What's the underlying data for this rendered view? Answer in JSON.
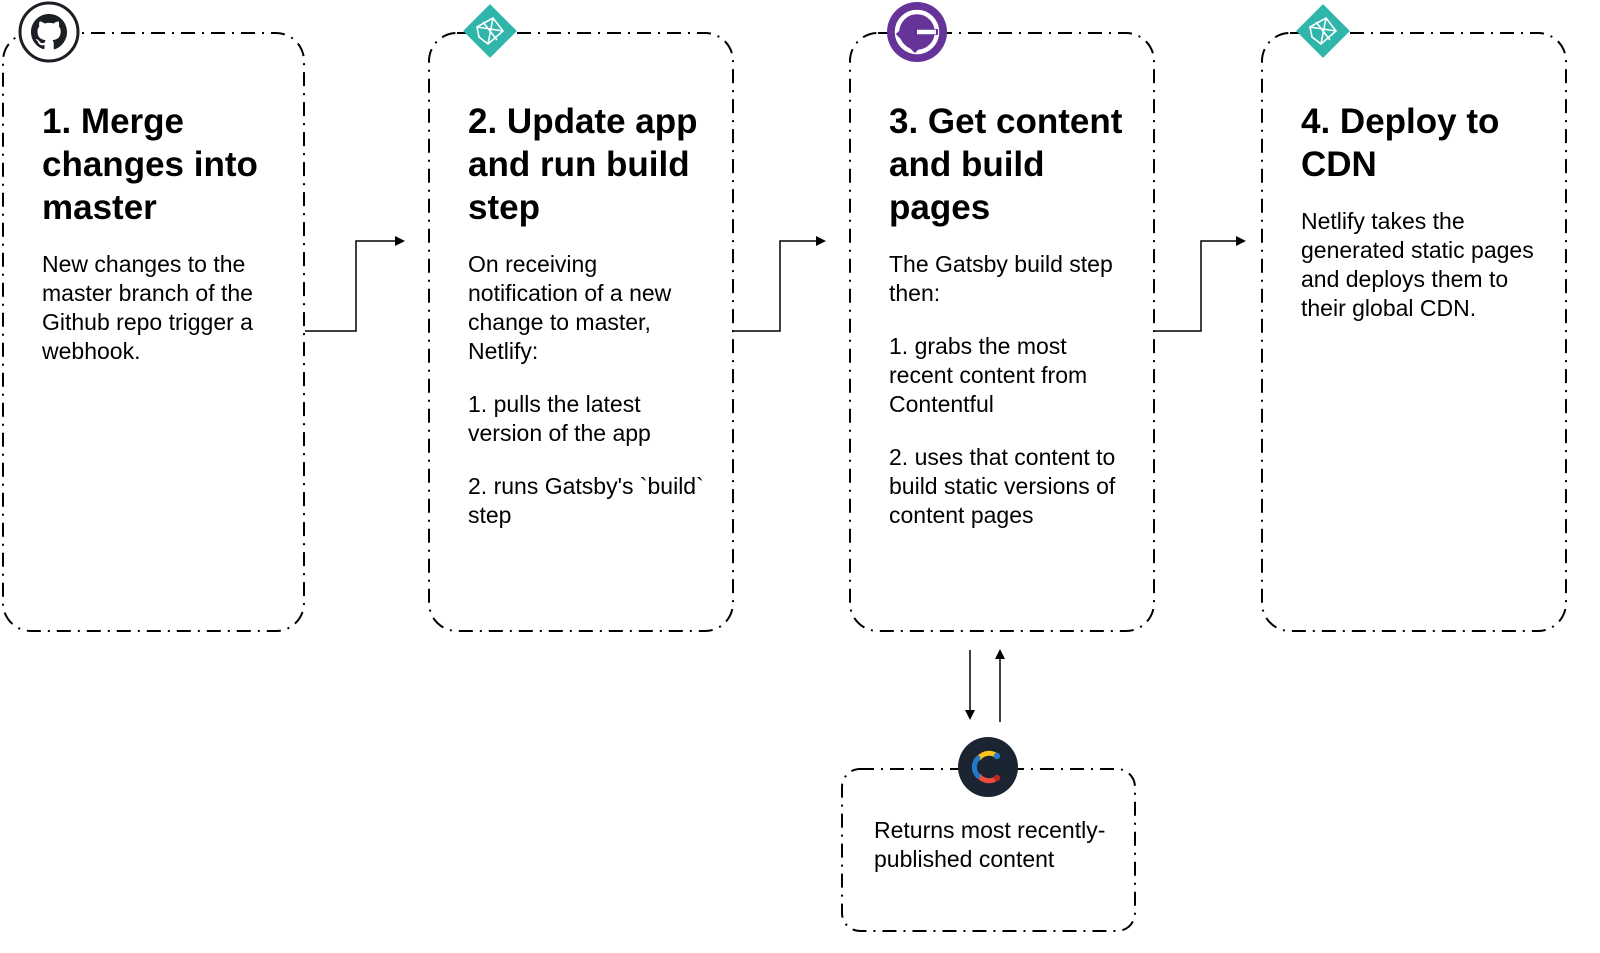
{
  "steps": [
    {
      "title": "1. Merge changes into master",
      "paragraphs": [
        "New changes to the master branch of the Github repo trigger a webhook."
      ],
      "icon": "github-icon"
    },
    {
      "title": "2. Update app and run build step",
      "paragraphs": [
        "On receiving notification of a new change to master, Netlify:",
        "1. pulls the latest version of the app",
        "2. runs Gatsby's `build` step"
      ],
      "icon": "netlify-icon"
    },
    {
      "title": "3. Get content and build pages",
      "paragraphs": [
        "The Gatsby build step then:",
        "1. grabs the most recent content from Contentful",
        "2. uses that content to build static versions of content pages"
      ],
      "icon": "gatsby-icon"
    },
    {
      "title": "4. Deploy to CDN",
      "paragraphs": [
        "Netlify takes the generated static pages and deploys them to their global CDN."
      ],
      "icon": "netlify-icon"
    }
  ],
  "contentful": {
    "text": "Returns most recently-published content",
    "icon": "contentful-icon"
  },
  "colors": {
    "border": "#000000",
    "netlify": "#2fb5a9",
    "gatsby": "#663399",
    "github": "#1b1f23",
    "contentful_red": "#ef4b3f",
    "contentful_yellow": "#fac31d",
    "contentful_blue": "#2579c9"
  }
}
